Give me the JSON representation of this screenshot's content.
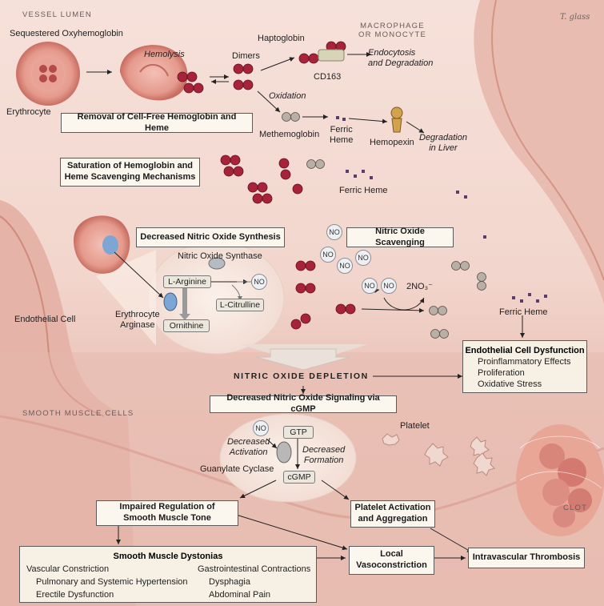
{
  "labels": {
    "vessel_lumen": "VESSEL LUMEN",
    "sequestered": "Sequestered Oxyhemoglobin",
    "erythrocyte": "Erythrocyte",
    "hemolysis": "Hemolysis",
    "dimers": "Dimers",
    "haptoglobin": "Haptoglobin",
    "macrophage": "MACROPHAGE\nOR MONOCYTE",
    "endocytosis": "Endocytosis\nand Degradation",
    "cd163": "CD163",
    "oxidation": "Oxidation",
    "methemoglobin": "Methemoglobin",
    "ferric_heme_1": "Ferric\nHeme",
    "hemopexin": "Hemopexin",
    "degradation_liver": "Degradation\nin Liver",
    "ferric_heme_2": "Ferric Heme",
    "nos": "Nitric Oxide Synthase",
    "no": "NO",
    "l_arginine": "L-Arginine",
    "l_citrulline": "L-Citrulline",
    "ornithine": "Ornithine",
    "erythrocyte_arginase": "Erythrocyte\nArginase",
    "endothelial_cell": "Endothelial Cell",
    "nitrate": "2NO₃⁻",
    "ferric_heme_3": "Ferric Heme",
    "nitric_oxide_depletion": "NITRIC OXIDE DEPLETION",
    "smooth_muscle_cells": "SMOOTH MUSCLE CELLS",
    "platelet": "Platelet",
    "decreased_activation": "Decreased\nActivation",
    "gtp": "GTP",
    "decreased_formation": "Decreased\nFormation",
    "guanylate_cyclase": "Guanylate Cyclase",
    "cgmp": "cGMP",
    "clot": "CLOT",
    "signature": "T. glass"
  },
  "boxes": {
    "removal": "Removal of Cell-Free Hemoglobin and Heme",
    "saturation": "Saturation of Hemoglobin and\nHeme Scavenging Mechanisms",
    "decreased_nos": "Decreased Nitric Oxide Synthesis",
    "no_scavenging": "Nitric Oxide Scavenging",
    "decreased_signaling": "Decreased Nitric Oxide Signaling via cGMP",
    "impaired": "Impaired Regulation of\nSmooth Muscle Tone",
    "platelet_activation": "Platelet Activation\nand Aggregation",
    "local_vaso": "Local\nVasoconstriction",
    "thrombosis": "Intravascular Thrombosis"
  },
  "endothelial_dysfunction": {
    "title": "Endothelial Cell Dysfunction",
    "items": [
      "Proinflammatory Effects",
      "Proliferation",
      "Oxidative Stress"
    ]
  },
  "dystonias": {
    "title": "Smooth Muscle Dystonias",
    "left_head": "Vascular Constriction",
    "left_items": [
      "Pulmonary and Systemic Hypertension",
      "Erectile Dysfunction"
    ],
    "right_head": "Gastrointestinal Contractions",
    "right_items": [
      "Dysphagia",
      "Abdominal Pain"
    ]
  }
}
